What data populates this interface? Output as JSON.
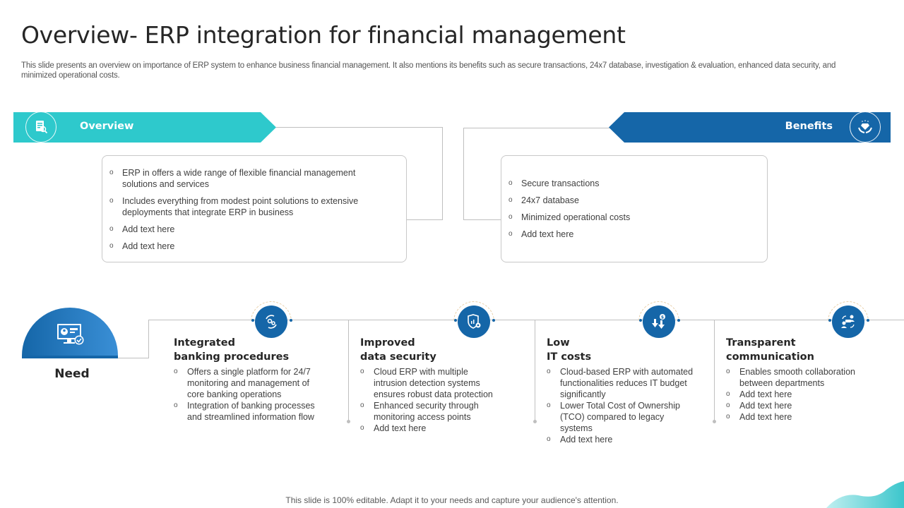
{
  "title": "Overview- ERP integration for financial management",
  "subtitle": "This slide presents an overview on importance of ERP system to enhance business financial management. It also mentions its benefits such as secure transactions, 24x7 database, investigation & evaluation, enhanced data security, and minimized operational costs.",
  "overview": {
    "label": "Overview",
    "icon": "document-search-icon",
    "color": "#2ec9cc",
    "items": [
      "ERP in offers  a wide range of flexible financial management solutions and services",
      "Includes everything  from modest point solutions to extensive deployments that integrate ERP in business",
      "Add text here",
      "Add text here"
    ]
  },
  "benefits": {
    "label": "Benefits",
    "icon": "diamond-hands-icon",
    "color": "#1566a8",
    "items": [
      "Secure transactions",
      "24x7 database",
      "Minimized operational costs",
      "Add text here"
    ]
  },
  "need": {
    "label": "Need",
    "icon": "monitor-user-check-icon",
    "columns": [
      {
        "title": "Integrated\nbanking procedures",
        "icon": "gears-cycle-icon",
        "items": [
          "Offers  a single platform for 24/7 monitoring and management of core banking operations",
          "Integration of banking processes and streamlined information flow"
        ]
      },
      {
        "title": "Improved\ndata security",
        "icon": "shield-gear-icon",
        "items": [
          "Cloud ERP with multiple intrusion detection systems ensures robust data protection",
          "Enhanced security through monitoring access points",
          "Add text here"
        ]
      },
      {
        "title": "Low\nIT costs",
        "icon": "cost-down-arrows-icon",
        "items": [
          "Cloud-based ERP with automated functionalities reduces IT budget significantly",
          "Lower Total Cost of Ownership (TCO) compared to legacy systems",
          "Add text here"
        ]
      },
      {
        "title": "Transparent\ncommunication",
        "icon": "people-exchange-icon",
        "items": [
          "Enables smooth collaboration between departments",
          "Add text here",
          "Add text here",
          "Add text here"
        ]
      }
    ]
  },
  "footer": "This slide is 100% editable. Adapt it to your needs and capture your audience's attention."
}
